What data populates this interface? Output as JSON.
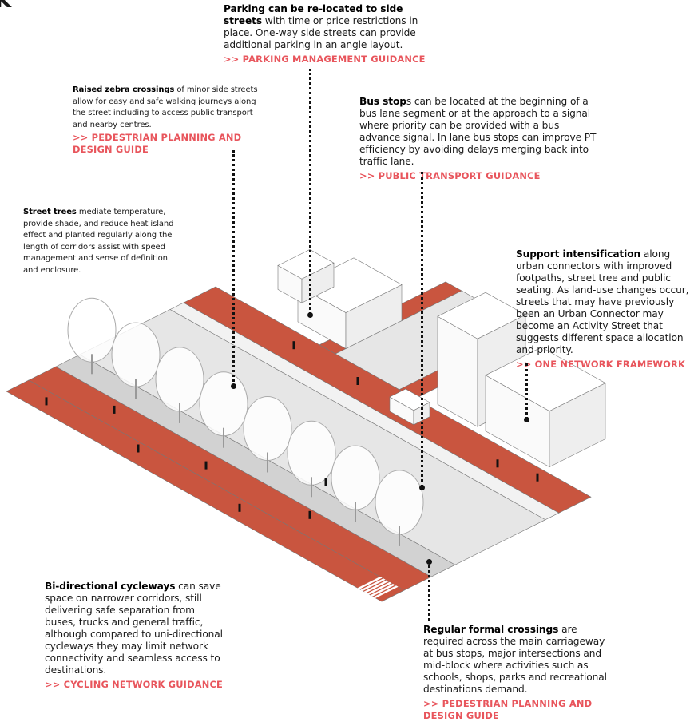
{
  "heading_fragment": "K",
  "annotations": {
    "parking": {
      "bold": "Parking can be re-located to side streets",
      "text": " with time or price restrictions in place. One-way side streets can provide additional parking in an angle layout.",
      "link": ">> PARKING MANAGEMENT GUIDANCE"
    },
    "zebra": {
      "bold": "Raised zebra crossings",
      "text": " of minor side streets allow for easy and safe walking journeys along the street including to access public transport and nearby centres.",
      "link": ">> PEDESTRIAN PLANNING AND DESIGN GUIDE"
    },
    "bus_stops": {
      "bold": "Bus stop",
      "text": "s can be located at the beginning of a bus lane segment or at the approach to a signal where priority can be provided with a bus advance signal. In lane bus stops can improve PT efficiency by avoiding delays merging back into traffic lane.",
      "link": ">> PUBLIC TRANSPORT GUIDANCE"
    },
    "street_trees": {
      "bold": "Street trees",
      "text": " mediate temperature, provide shade, and reduce heat island effect and planted regularly along the length of corridors assist with speed management and sense of definition and enclosure."
    },
    "intensification": {
      "bold": "Support intensification",
      "text": " along urban connectors with improved footpaths, street tree and public seating.  As land-use changes occur, streets that may have previously been an Urban Connector may become an Activity Street that suggests different space allocation and priority.",
      "link": ">> ONE NETWORK FRAMEWORK"
    },
    "cycleways": {
      "bold": "Bi-directional cycleways",
      "text": " can save space on narrower corridors, still delivering safe separation from buses, trucks and general traffic, although compared to uni-directional cycleways they may limit network connectivity and seamless access to destinations.",
      "link": ">> CYCLING NETWORK GUIDANCE"
    },
    "crossings": {
      "bold": "Regular formal crossings",
      "text": " are required across the main carriageway at bus stops, major intersections and mid-block where activities such as schools, shops, parks and recreational destinations demand.",
      "link": ">> PEDESTRIAN PLANNING AND DESIGN GUIDE"
    }
  },
  "colors": {
    "pavement": "#c9553f",
    "link": "#e8555c",
    "road": "#e6e6e6",
    "strip": "#d2d2d2"
  }
}
